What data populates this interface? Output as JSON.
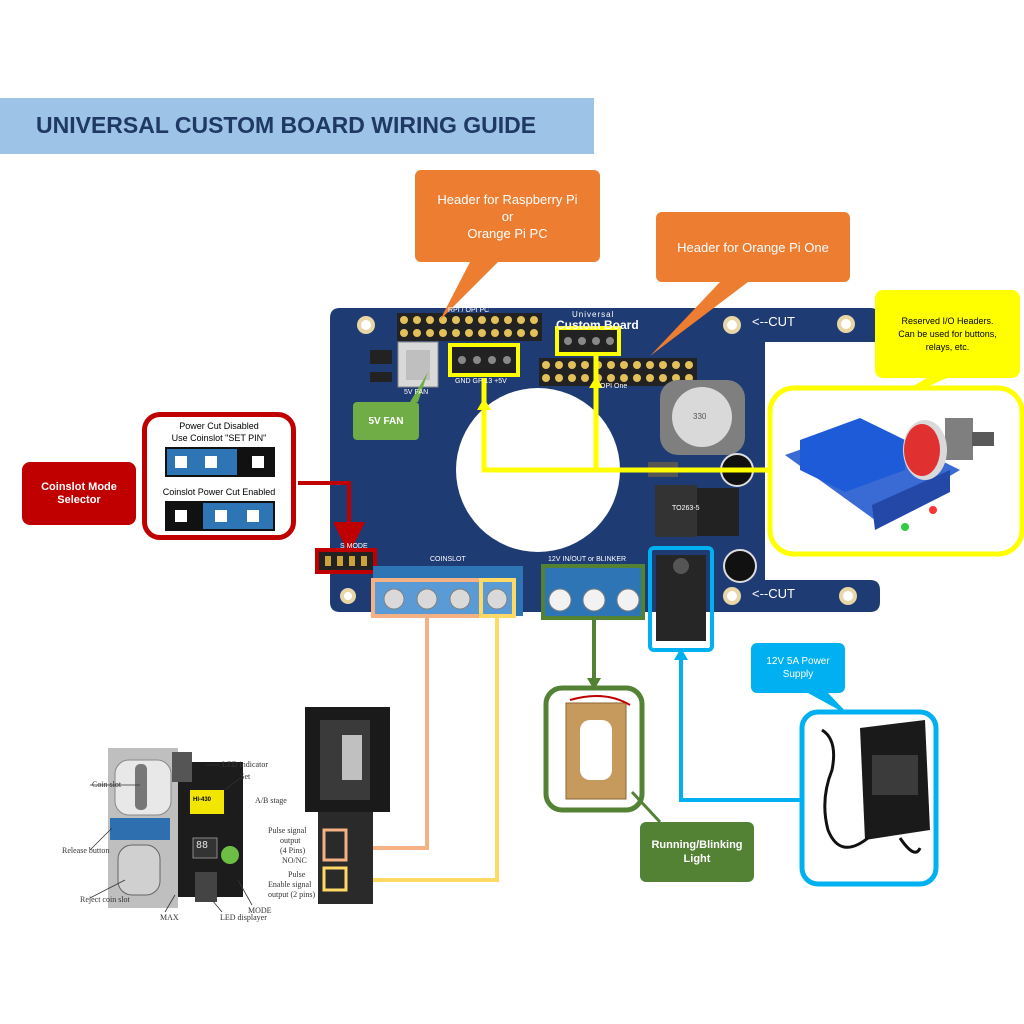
{
  "title": "UNIVERSAL CUSTOM BOARD WIRING GUIDE",
  "callouts": {
    "header_rpi": "Header for Raspberry Pi\nor\nOrange Pi PC",
    "header_rpi_l1": "Header for Raspberry Pi",
    "header_rpi_l2": "or",
    "header_rpi_l3": "Orange Pi PC",
    "header_opi_one": "Header for Orange Pi One",
    "reserved_l1": "Reserved I/O Headers.",
    "reserved_l2": "Can be used for buttons,",
    "reserved_l3": "relays, etc.",
    "fan": "5V FAN",
    "coinslot_mode_l1": "Coinslot Mode",
    "coinslot_mode_l2": "Selector",
    "running_l1": "Running/Blinking",
    "running_l2": "Light",
    "power_l1": "12V 5A Power",
    "power_l2": "Supply"
  },
  "jumper_panel": {
    "disabled_l1": "Power Cut Disabled",
    "disabled_l2": "Use Coinslot \"SET PIN\"",
    "enabled": "Coinslot Power Cut Enabled"
  },
  "cut_labels": {
    "top": "<--CUT",
    "bottom": "<--CUT"
  },
  "pcb": {
    "universal": "Universal",
    "custom_board": "Custom Board",
    "rpi_header_label": "RPI / OPI PC",
    "opi_one_label": "OPI One",
    "fan_label": "5V FAN",
    "gnd_label": "GND GP 13  +5V",
    "coinslot_label": "COINSLOT",
    "mode_label": "S MODE",
    "io_label": "12V IN/OUT or BLINKER",
    "reg_label": "TO263-5",
    "inductor_label": "330"
  },
  "coin_acceptor": {
    "coin_slot": "Coin slot",
    "release_button": "Release button",
    "reject_coin_slot": "Reject coin slot",
    "led_indicator": "LED indicator",
    "set": "Set",
    "ab_stage": "A/B stage",
    "max": "MAX",
    "led_displayer": "LED displayer",
    "mode": "MODE",
    "pulse_out_1": "Pulse signal",
    "pulse_out_2": "output",
    "pulse_out_3": "(4 Pins)",
    "nonc": "NO/NC",
    "enable_1": "Pulse",
    "enable_2": "Enable signal",
    "enable_3": "output (2 pins)",
    "display": "88",
    "brand": "HI-430"
  },
  "colors": {
    "pcb": "#1f3b73",
    "orange": "#ed7d31",
    "red": "#c00000",
    "yellow": "#ffff00",
    "green": "#548235",
    "blue": "#00b0f0",
    "peach": "#f4b183",
    "gold": "#ffd966"
  }
}
